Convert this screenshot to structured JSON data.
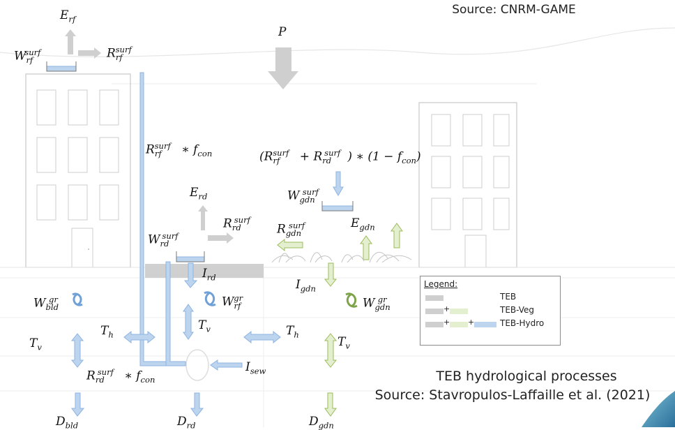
{
  "source_top": "Source: CNRM-GAME",
  "caption": {
    "title": "TEB hydrological processes",
    "source": "Source: Stavropulos-Laffaille et al. (2021)"
  },
  "legend": {
    "title": "Legend:",
    "items": [
      {
        "label": "TEB"
      },
      {
        "label": "TEB-Veg"
      },
      {
        "label": "TEB-Hydro"
      }
    ],
    "plus": "+"
  },
  "colors": {
    "teb_gray": "#cfcfcf",
    "veg_green": "#e3efcf",
    "veg_stroke": "#9bbb59",
    "hydro_blue": "#bcd4ee",
    "hydro_stroke": "#8db3e2",
    "building_line": "#c8c8c8",
    "road_band": "#d0d0d0",
    "corner_accent": "#4a90b8"
  },
  "labels": {
    "E_rf": {
      "base": "E",
      "sub": "rf"
    },
    "W_rf_surf": {
      "base": "W",
      "sub": "rf",
      "sup": "surf"
    },
    "R_rf_surf": {
      "base": "R",
      "sub": "rf",
      "sup": "surf"
    },
    "P": {
      "base": "P"
    },
    "R_rf_surf_fcon": {
      "base": "R",
      "sub": "rf",
      "sup": "surf",
      "suffix": " ∗ f",
      "suffix_sub": "con"
    },
    "combined": {
      "text": "(R",
      "sub1": "rf",
      "sup1": "surf",
      "mid": " + R",
      "sub2": "rd",
      "sup2": "surf",
      "tail": ") ∗ (1 − f",
      "tail_sub": "con",
      "end": ")"
    },
    "W_gdn_surf": {
      "base": "W",
      "sub": "gdn",
      "sup": "surf"
    },
    "E_rd": {
      "base": "E",
      "sub": "rd"
    },
    "R_rd_surf": {
      "base": "R",
      "sub": "rd",
      "sup": "surf"
    },
    "R_gdn_surf": {
      "base": "R",
      "sub": "gdn",
      "sup": "surf"
    },
    "E_gdn": {
      "base": "E",
      "sub": "gdn"
    },
    "W_rd_surf": {
      "base": "W",
      "sub": "rd",
      "sup": "surf"
    },
    "I_rd": {
      "base": "I",
      "sub": "rd"
    },
    "I_gdn": {
      "base": "I",
      "sub": "gdn"
    },
    "W_bld_gr": {
      "base": "W",
      "sub": "bld",
      "sup": "gr"
    },
    "W_rf_gr": {
      "base": "W",
      "sub": "rf",
      "sup": "gr"
    },
    "W_gdn_gr": {
      "base": "W",
      "sub": "gdn",
      "sup": "gr"
    },
    "T_v_left": {
      "base": "T",
      "sub": "v"
    },
    "T_h_left": {
      "base": "T",
      "sub": "h"
    },
    "T_v_mid": {
      "base": "T",
      "sub": "v"
    },
    "T_h_right": {
      "base": "T",
      "sub": "h"
    },
    "T_v_right": {
      "base": "T",
      "sub": "v"
    },
    "R_rd_surf_fcon": {
      "base": "R",
      "sub": "rd",
      "sup": "surf",
      "suffix": " ∗ f",
      "suffix_sub": "con"
    },
    "I_sew": {
      "base": "I",
      "sub": "sew"
    },
    "D_bld": {
      "base": "D",
      "sub": "bld"
    },
    "D_rd": {
      "base": "D",
      "sub": "rd"
    },
    "D_gdn": {
      "base": "D",
      "sub": "gdn"
    }
  }
}
